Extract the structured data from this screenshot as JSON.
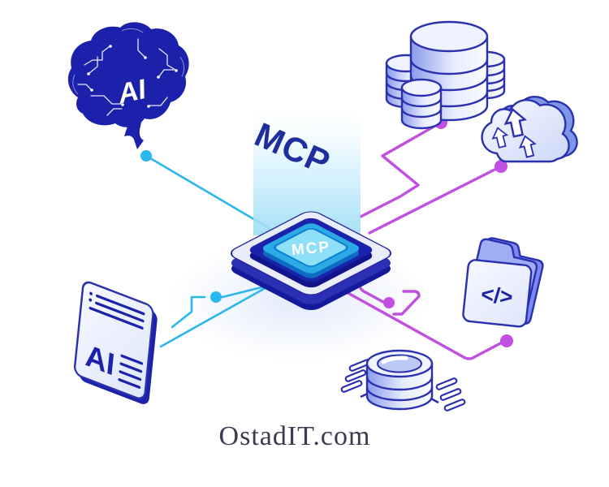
{
  "illustration": {
    "beam_title": "MCP",
    "chip_label": "MCP",
    "brain_label": "AI",
    "ai_panel_label": "AI",
    "code_folder_label": "</>",
    "watermark": "OstadIT.com",
    "icons": [
      "ai-brain-icon",
      "ai-panel-icon",
      "mcp-chip-icon",
      "light-beam",
      "database-cluster-icon",
      "cloud-upload-icon",
      "code-folder-icon",
      "database-connector-icon"
    ],
    "colors": {
      "navy": "#1c21ab",
      "icon_outline": "#2a30ae",
      "cyan_line": "#2ab7ec",
      "magenta_line": "#c14fe2",
      "chip_ring_cyan": "#2baae6",
      "chip_face": "#8edff8",
      "beam": "#a7e1f7",
      "icon_lavender": "#8a9bec",
      "icon_light": "#eef3ff",
      "title_navy": "#1e2e9e",
      "watermark_text": "#3a3b4f"
    }
  }
}
